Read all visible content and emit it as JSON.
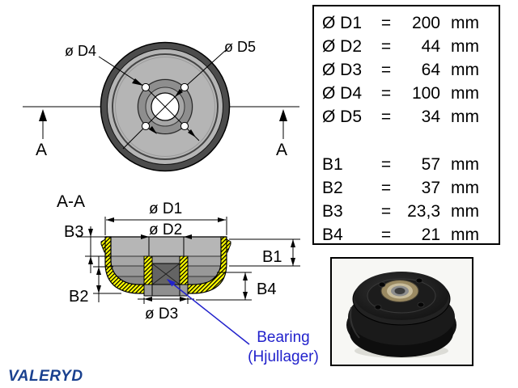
{
  "dimension_table": {
    "diameter_rows": [
      {
        "label": "Ø D1",
        "eq": "=",
        "value": "200",
        "unit": "mm"
      },
      {
        "label": "Ø D2",
        "eq": "=",
        "value": "44",
        "unit": "mm"
      },
      {
        "label": "Ø D3",
        "eq": "=",
        "value": "64",
        "unit": "mm"
      },
      {
        "label": "Ø D4",
        "eq": "=",
        "value": "100",
        "unit": "mm"
      },
      {
        "label": "Ø D5",
        "eq": "=",
        "value": "34",
        "unit": "mm"
      }
    ],
    "length_rows": [
      {
        "label": "B1",
        "eq": "=",
        "value": "57",
        "unit": "mm"
      },
      {
        "label": "B2",
        "eq": "=",
        "value": "37",
        "unit": "mm"
      },
      {
        "label": "B3",
        "eq": "=",
        "value": "23,3",
        "unit": "mm"
      },
      {
        "label": "B4",
        "eq": "=",
        "value": "21",
        "unit": "mm"
      }
    ]
  },
  "front_view": {
    "d4_label": "ø D4",
    "d5_label": "ø D5",
    "section_arrow_left": "A",
    "section_arrow_right": "A"
  },
  "section_view": {
    "title": "A-A",
    "d1_label": "ø D1",
    "d2_label": "ø D2",
    "d3_label": "ø D3",
    "b1_label": "B1",
    "b2_label": "B2",
    "b3_label": "B3",
    "b4_label": "B4"
  },
  "bearing_callout": {
    "line1": "Bearing",
    "line2": "(Hjullager)"
  },
  "logo_text": "VALERYD",
  "colors": {
    "callout_blue": "#2222cc",
    "logo_blue": "#1a418f",
    "hatch_yellow": "#ffff00",
    "drum_light_gray": "#b5b5b5",
    "drum_dark_ring": "#4c4c4c"
  }
}
